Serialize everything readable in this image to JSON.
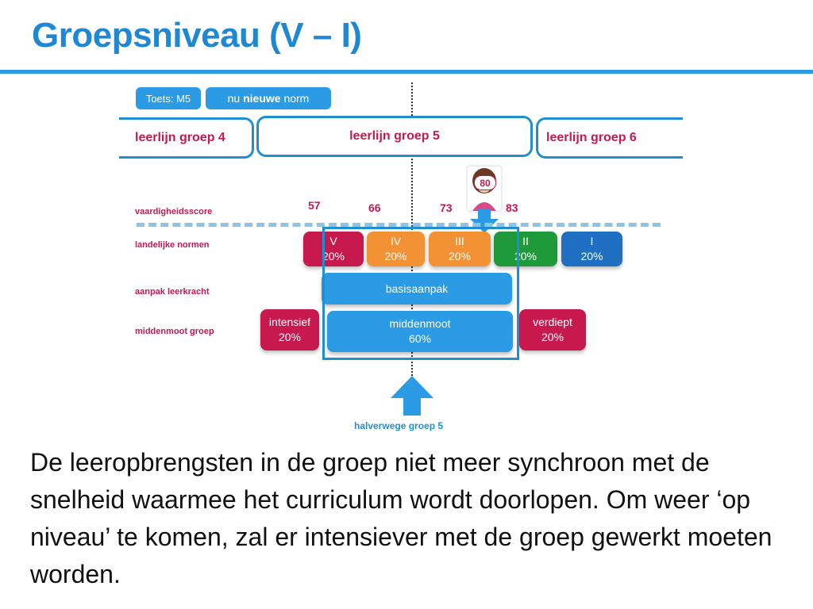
{
  "title": "Groepsniveau (V – I)",
  "test_tag": "Toets: M5",
  "norm_tag": {
    "prefix": "nu ",
    "bold": "nieuwe",
    "suffix": " norm"
  },
  "lanes": [
    "leerlijn groep 4",
    "leerlijn groep 5",
    "leerlijn groep 6"
  ],
  "row_labels": {
    "score": "vaardigheidsscore",
    "norms": "landelijke normen",
    "approach": "aanpak leerkracht",
    "middle": "middenmoot groep"
  },
  "scores": [
    "57",
    "66",
    "73",
    "83"
  ],
  "marker_score": "80",
  "norm_bins": [
    {
      "level": "V",
      "pct": "20%",
      "color": "#c8194f"
    },
    {
      "level": "IV",
      "pct": "20%",
      "color": "#f39234"
    },
    {
      "level": "III",
      "pct": "20%",
      "color": "#f39234"
    },
    {
      "level": "II",
      "pct": "20%",
      "color": "#1f9a3b"
    },
    {
      "level": "I",
      "pct": "20%",
      "color": "#1f6fc2"
    }
  ],
  "approach": "basisaanpak",
  "groups": {
    "left": {
      "name": "intensief",
      "pct": "20%"
    },
    "middle": {
      "name": "middenmoot",
      "pct": "60%"
    },
    "right": {
      "name": "verdiept",
      "pct": "20%"
    }
  },
  "bottom_label": "halverwege groep 5",
  "body_text": "De leeropbrengsten in de groep niet meer synchroon met de snelheid waarmee het curriculum wordt doorlopen. Om weer ‘op niveau’ te komen, zal er intensiever met de groep gewerkt moeten worden.",
  "colors": {
    "accent": "#1f8fd2",
    "label": "#c8194f"
  }
}
